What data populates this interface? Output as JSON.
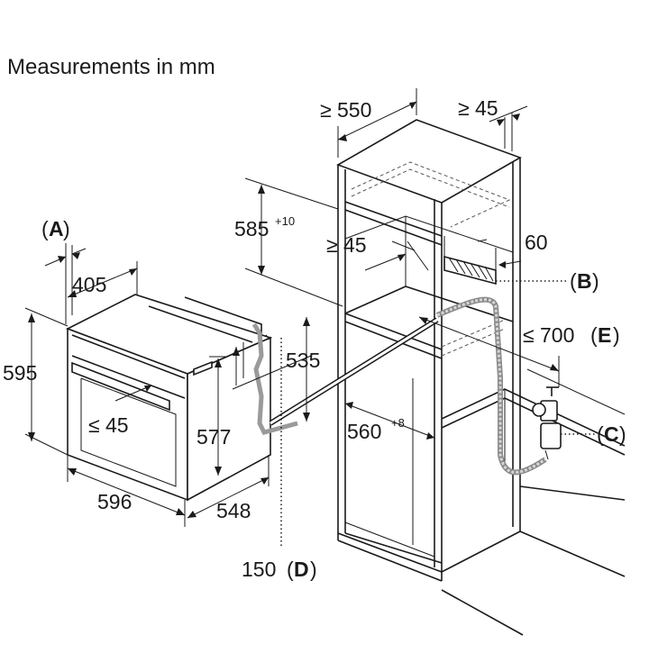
{
  "title": "Measurements in mm",
  "labels": {
    "a": "(A)",
    "a_letter": "A",
    "b_letter": "B",
    "c_letter": "C",
    "d_letter": "D",
    "e_letter": "E",
    "d405": "405",
    "d595": "595",
    "d596": "596",
    "d548": "548",
    "d577": "577",
    "d535": "535",
    "le45_front": "≤ 45",
    "d585": "585",
    "d585_sup": "+10",
    "ge45_mid": "≥ 45",
    "ge550": "≥ 550",
    "ge45_top": "≥ 45",
    "d60": "60",
    "d560": "560",
    "d560_sup": "+8",
    "le700": "≤ 700",
    "d150": "150"
  },
  "colors": {
    "line": "#1a1a1a",
    "hose": "#9a9a9a",
    "background": "#ffffff"
  }
}
